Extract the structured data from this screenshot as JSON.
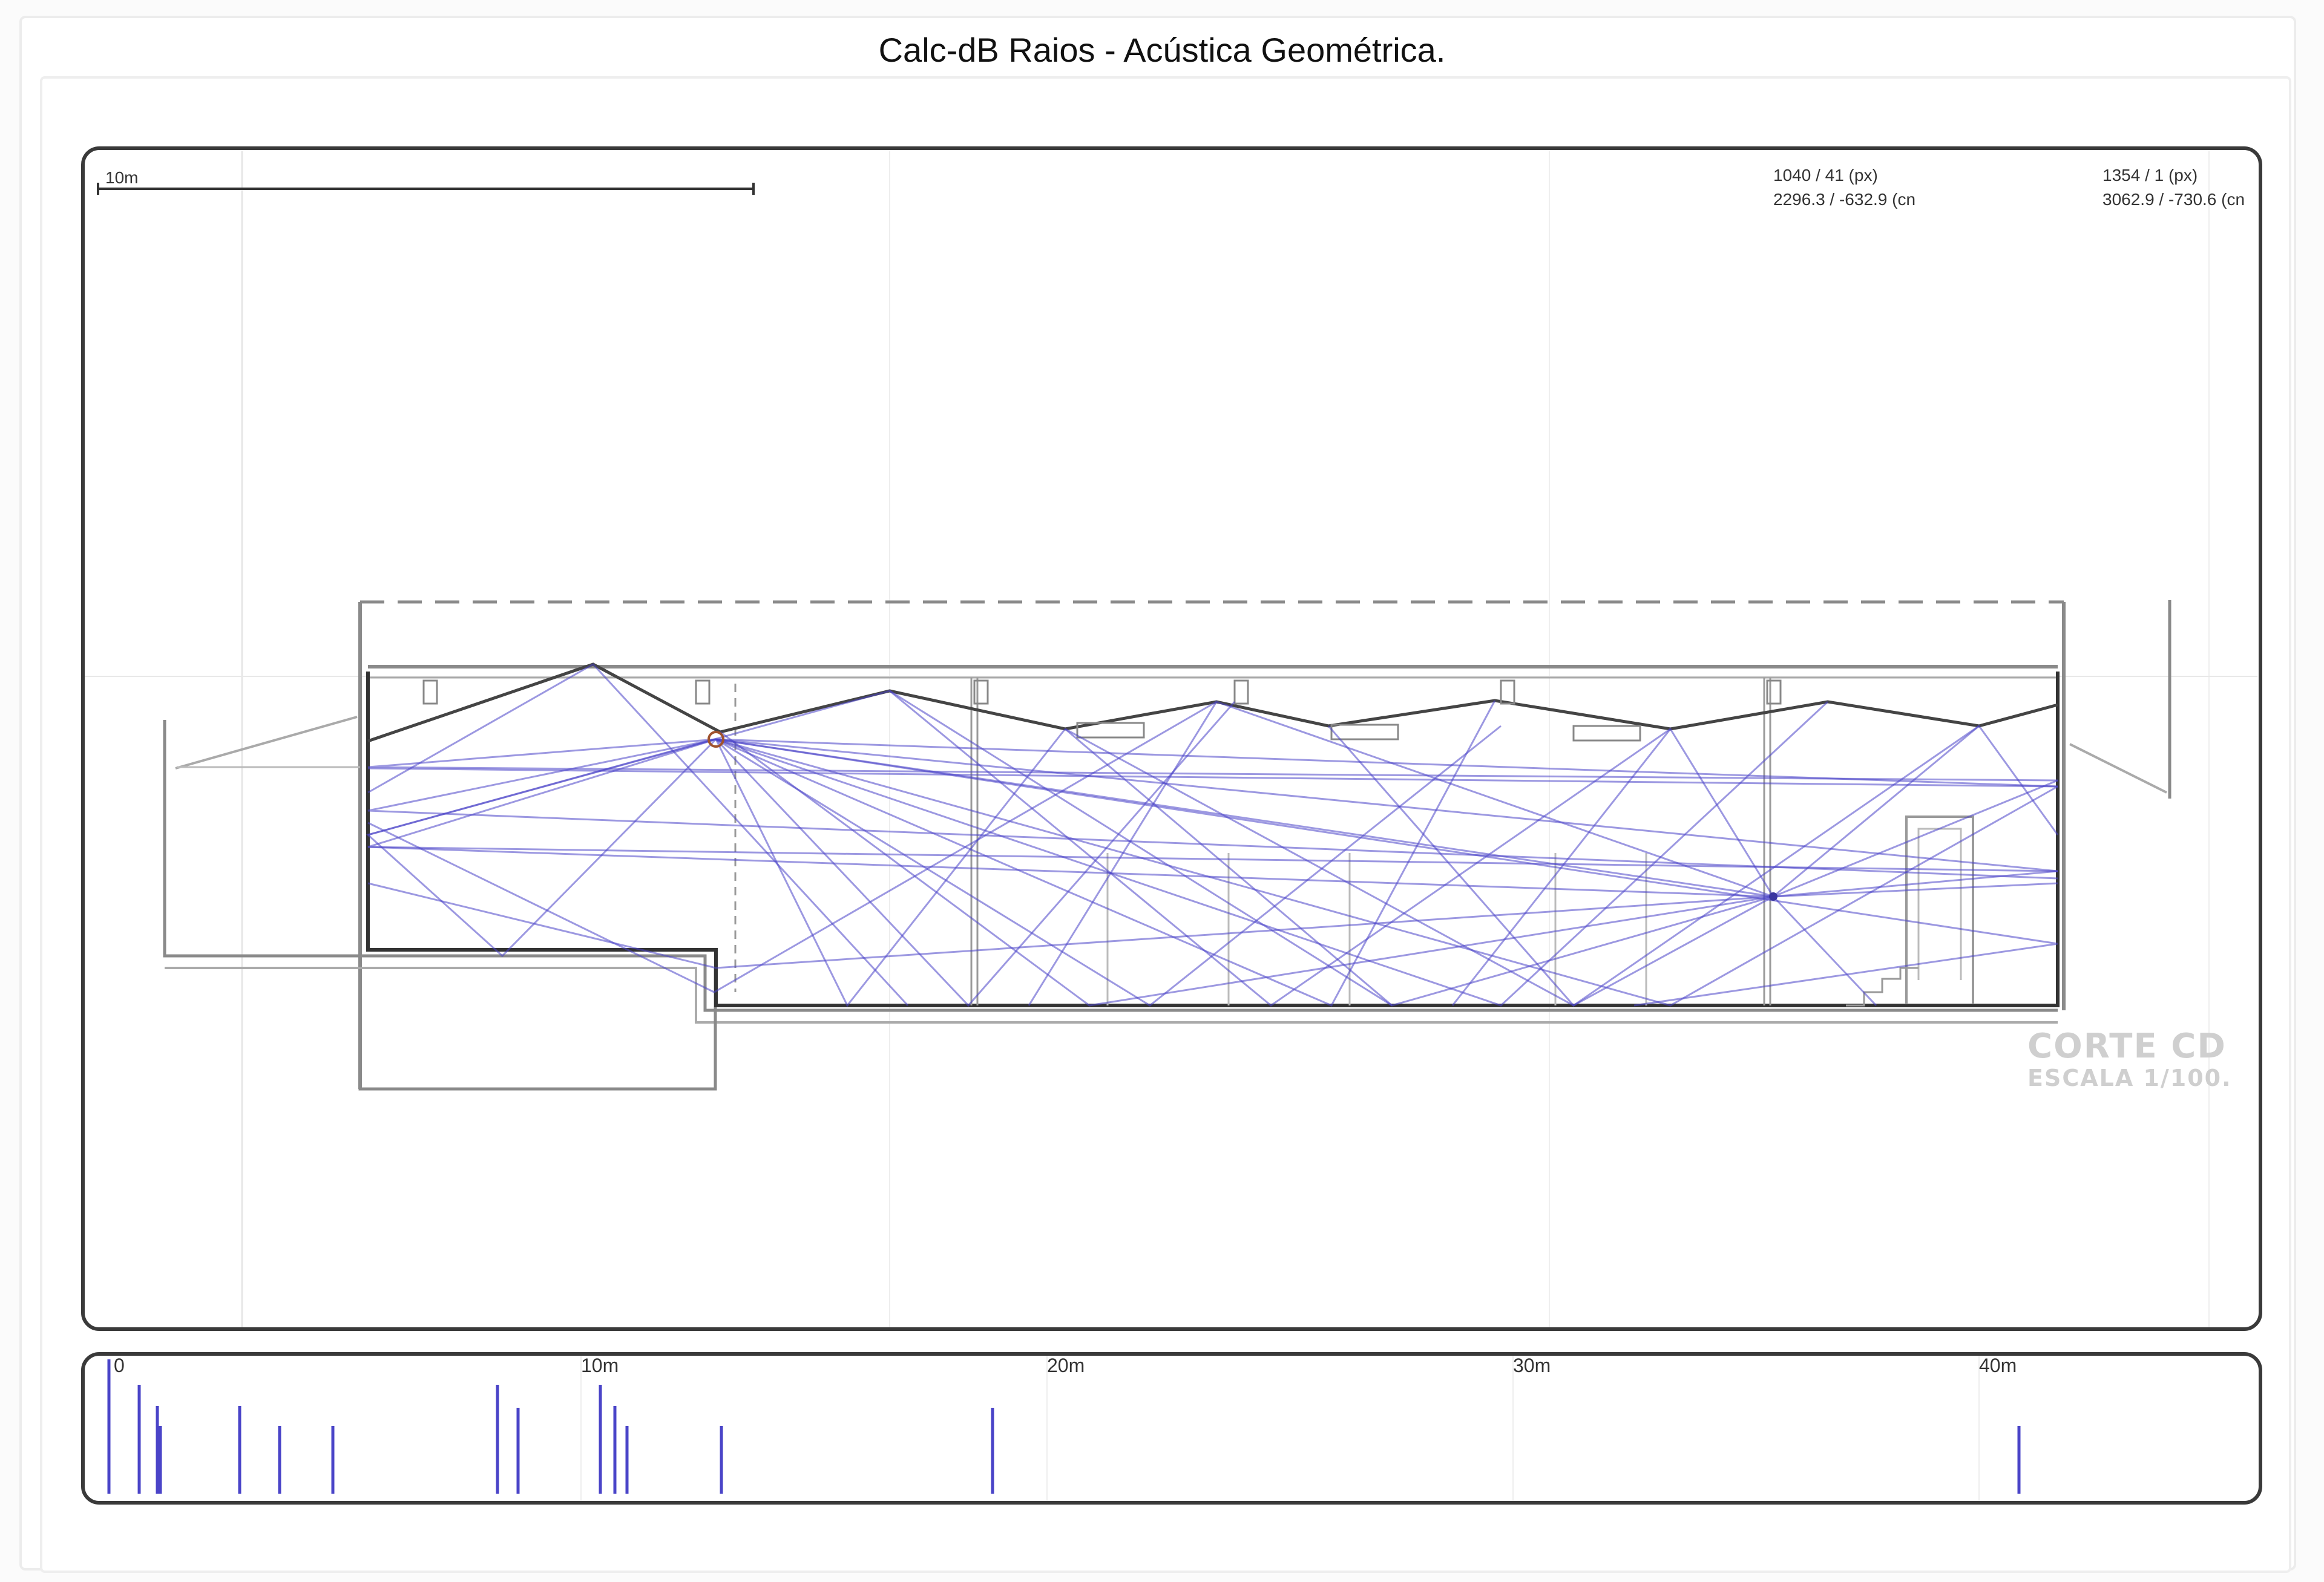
{
  "window": {
    "title": "Calc-dB Raios - Acústica Geométrica."
  },
  "viewport": {
    "scale_bar_label": "10m",
    "cursor_readout_1": {
      "px": "1040 / 41 (px)",
      "cm": "2296.3 / -632.9 (cn"
    },
    "cursor_readout_2": {
      "px": "1354 / 1 (px)",
      "cm": "3062.9 / -730.6 (cn"
    },
    "drawing_caption": {
      "line1": "CORTE CD",
      "line2": "ESCALA 1/100."
    }
  },
  "timeline": {
    "ticks": [
      "0",
      "10m",
      "20m",
      "30m",
      "40m"
    ]
  },
  "colors": {
    "ray": "#4a44c8",
    "frame": "#3a3a3a",
    "drawing": "#8a8a8a"
  }
}
